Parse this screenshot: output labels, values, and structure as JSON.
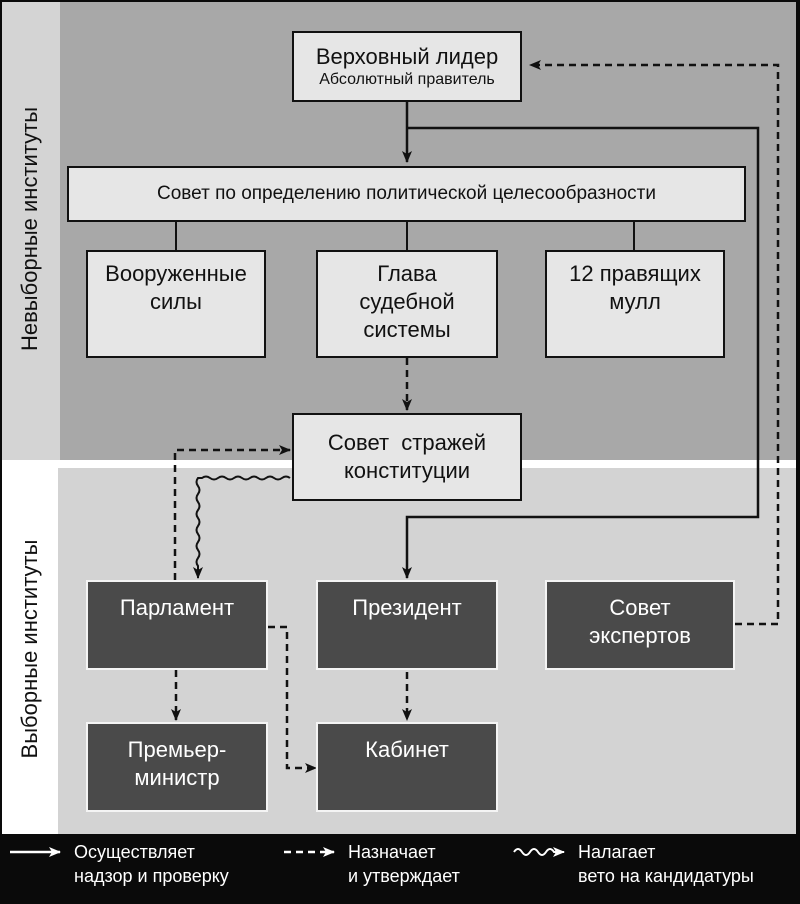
{
  "sections": {
    "unelected": "Невыборные институты",
    "elected": "Выборные институты"
  },
  "nodes": {
    "supreme_leader": {
      "title": "Верховный лидер",
      "subtitle": "Абсолютный правитель"
    },
    "expediency_council": {
      "title": "Совет по определению политической целесообразности"
    },
    "armed_forces": {
      "lines": [
        "Вооруженные",
        "силы"
      ]
    },
    "judiciary_head": {
      "lines": [
        "Глава",
        "судебной",
        "системы"
      ]
    },
    "ruling_mullahs": {
      "lines": [
        "12 правящих",
        "мулл"
      ]
    },
    "guardian_council": {
      "lines": [
        "Совет  стражей",
        "конституции"
      ]
    },
    "parliament": {
      "lines": [
        "Парламент"
      ]
    },
    "president": {
      "lines": [
        "Президент"
      ]
    },
    "experts_council": {
      "lines": [
        "Совет",
        "экспертов"
      ]
    },
    "prime_minister": {
      "lines": [
        "Премьер-",
        "министр"
      ]
    },
    "cabinet": {
      "lines": [
        "Кабинет"
      ]
    }
  },
  "edges": [
    {
      "from": "supreme_leader",
      "to": "expediency_council",
      "type": "solid"
    },
    {
      "from": "supreme_leader",
      "to": "president",
      "type": "solid"
    },
    {
      "from": "expediency_council",
      "to": "armed_forces",
      "type": "line"
    },
    {
      "from": "expediency_council",
      "to": "judiciary_head",
      "type": "line"
    },
    {
      "from": "expediency_council",
      "to": "ruling_mullahs",
      "type": "line"
    },
    {
      "from": "judiciary_head",
      "to": "guardian_council",
      "type": "dashed"
    },
    {
      "from": "parliament",
      "to": "guardian_council",
      "type": "dashed"
    },
    {
      "from": "guardian_council",
      "to": "parliament",
      "type": "wavy"
    },
    {
      "from": "parliament",
      "to": "prime_minister",
      "type": "dashed"
    },
    {
      "from": "parliament",
      "to": "cabinet",
      "type": "dashed"
    },
    {
      "from": "president",
      "to": "cabinet",
      "type": "dashed"
    },
    {
      "from": "experts_council",
      "to": "supreme_leader",
      "type": "dashed"
    }
  ],
  "legend": [
    {
      "type": "solid",
      "lines": [
        "Осуществляет",
        "надзор и проверку"
      ]
    },
    {
      "type": "dashed",
      "lines": [
        "Назначает",
        "и утверждает"
      ]
    },
    {
      "type": "wavy",
      "lines": [
        "Налагает",
        "вето на кандидатуры"
      ]
    }
  ]
}
